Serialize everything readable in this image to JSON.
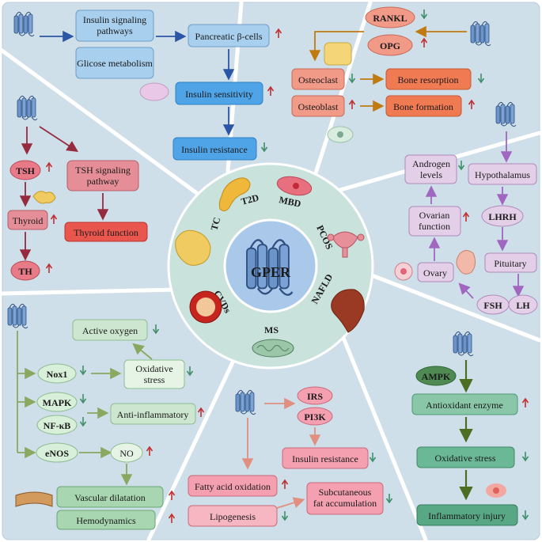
{
  "center": {
    "label": "GPER",
    "ring": [
      "T2D",
      "MBD",
      "PCOS",
      "NAFLD",
      "MS",
      "CVDs",
      "TC"
    ]
  },
  "t2d": {
    "insulin_signaling": "Insulin signaling pathways",
    "glucose_metabolism": "Glicose metabolism",
    "beta_cells": "Pancreatic β-cells",
    "insulin_sensitivity": "Insulin sensitivity",
    "insulin_resistance": "Insulin resistance"
  },
  "mbd": {
    "rankl": "RANKL",
    "opg": "OPG",
    "osteoclast": "Osteoclast",
    "osteoblast": "Osteoblast",
    "bone_resorption": "Bone resorption",
    "bone_formation": "Bone formation"
  },
  "tc": {
    "tsh": "TSH",
    "tsh_pathway": "TSH signaling pathway",
    "thyroid": "Thyroid",
    "thyroid_function": "Thyroid function",
    "th": "TH"
  },
  "pcos": {
    "androgen": "Androgen levels",
    "hypothalamus": "Hypothalamus",
    "ovarian": "Ovarian function",
    "lhrh": "LHRH",
    "pituitary": "Pituitary",
    "ovary": "Ovary",
    "fsh": "FSH",
    "lh": "LH"
  },
  "cvd": {
    "active_oxygen": "Active oxygen",
    "nox1": "Nox1",
    "oxidative_stress": "Oxidative stress",
    "mapk": "MAPK",
    "nfkb": "NF-κB",
    "anti_inflammatory": "Anti-inflammatory",
    "enos": "eNOS",
    "no": "NO",
    "vascular": "Vascular dilatation",
    "hemodynamics": "Hemodynamics"
  },
  "ms": {
    "irs": "IRS",
    "pi3k": "PI3K",
    "insulin_resistance": "Insulin resistance",
    "fatty_acid": "Fatty acid oxidation",
    "subcutaneous": "Subcutaneous fat accumulation",
    "lipogenesis": "Lipogenesis"
  },
  "nafld": {
    "ampk": "AMPK",
    "antioxidant": "Antioxidant enzyme",
    "oxidative_stress": "Oxidative stress",
    "inflammatory": "Inflammatory injury"
  },
  "colors": {
    "panel_bg": "#cfdfe9",
    "blue_box": "#a8cfee",
    "red_arrow": "#c03030",
    "green_arrow": "#3f8f6a"
  }
}
